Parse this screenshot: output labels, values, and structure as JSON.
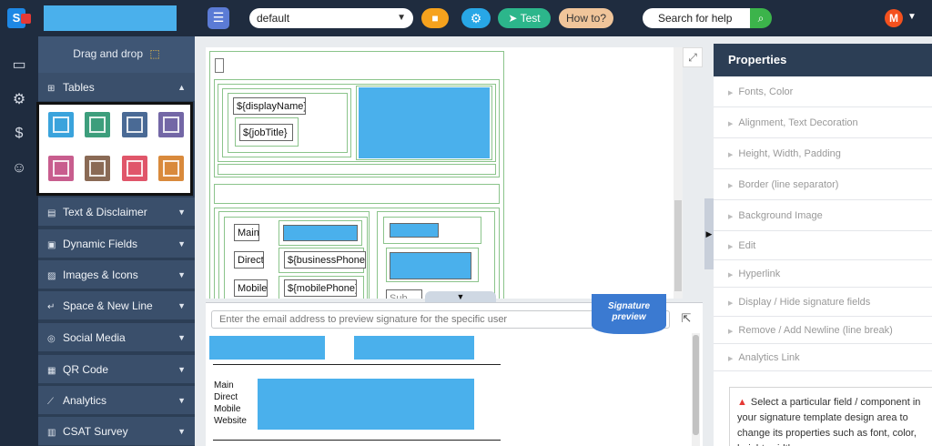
{
  "topbar": {
    "logo_letter": "S",
    "template_select": "default",
    "test_label": "Test",
    "howto_label": "How to?",
    "search_placeholder": "Search for help",
    "avatar_letter": "M",
    "icons": [
      "menu-icon",
      "save-icon",
      "gear-icon",
      "send-icon",
      "search-icon",
      "chevron-down-icon"
    ]
  },
  "rail": {
    "icons": [
      "monitor-icon",
      "gear-icon",
      "dollar-icon",
      "user-icon"
    ]
  },
  "leftpanel": {
    "drag_drop_label": "Drag and drop",
    "tables_label": "Tables",
    "categories": [
      {
        "label": "Text & Disclaimer",
        "icon": "text-icon"
      },
      {
        "label": "Dynamic Fields",
        "icon": "dynamic-fields-icon"
      },
      {
        "label": "Images & Icons",
        "icon": "image-icon"
      },
      {
        "label": "Space & New Line",
        "icon": "space-icon"
      },
      {
        "label": "Social Media",
        "icon": "social-icon"
      },
      {
        "label": "QR Code",
        "icon": "qr-icon"
      },
      {
        "label": "Analytics",
        "icon": "analytics-icon"
      },
      {
        "label": "CSAT Survey",
        "icon": "survey-icon"
      }
    ],
    "table_tile_colors": [
      "#3aa3dc",
      "#3d9e7c",
      "#4a6a95",
      "#7367a6",
      "#c85d8e",
      "#8a6a55",
      "#e0566a",
      "#d98a3c"
    ]
  },
  "design": {
    "display_name": "${displayName}",
    "job_title": "${jobTitle}",
    "main_label": "Main",
    "direct_label": "Direct",
    "business_phones": "${businessPhones}",
    "mobile_label": "Mobile",
    "mobile_phone": "${mobilePhone}",
    "cut_off_label": "Sub"
  },
  "preview": {
    "placeholder": "Enter the email address to preview signature for the specific user",
    "badge_line1": "Signature",
    "badge_line2": "preview",
    "labels": [
      "Main",
      "Direct",
      "Mobile",
      "Website"
    ]
  },
  "properties": {
    "title": "Properties",
    "rows": [
      "Fonts, Color",
      "Alignment, Text Decoration",
      "Height, Width, Padding",
      "Border (line separator)",
      "Background Image",
      "Edit",
      "Hyperlink",
      "Display / Hide signature fields",
      "Remove / Add Newline (line break)",
      "Analytics Link"
    ],
    "hint": "Select a particular field / component in your signature template design area to change its properties such as font, color, height, width,"
  }
}
